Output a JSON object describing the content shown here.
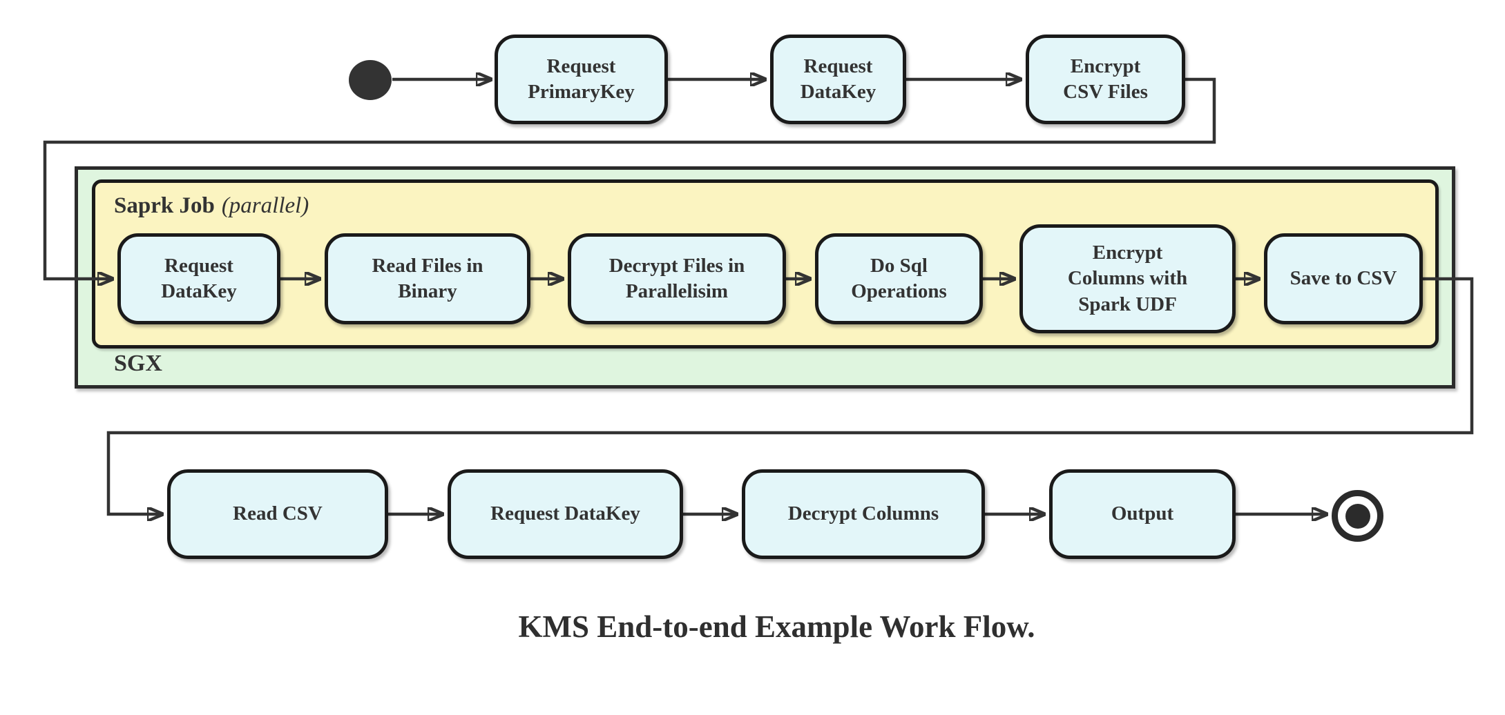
{
  "caption": "KMS End-to-end Example Work Flow.",
  "colors": {
    "node_fill": "#e3f6f9",
    "node_border": "#1a1a1a",
    "sgx_container_fill": "#dff5df",
    "spark_container_fill": "#fbf4c1",
    "connector": "#333333",
    "text": "#333333"
  },
  "top_row": {
    "nodes": [
      {
        "label": "Request\nPrimaryKey"
      },
      {
        "label": "Request\nDataKey"
      },
      {
        "label": "Encrypt\nCSV Files"
      }
    ]
  },
  "sgx_group": {
    "label": "SGX",
    "spark_group": {
      "title": "Saprk Job",
      "title_annotation": "(parallel)",
      "nodes": [
        {
          "label": "Request\nDataKey"
        },
        {
          "label": "Read Files in\nBinary"
        },
        {
          "label": "Decrypt Files in\nParallelisim"
        },
        {
          "label": "Do Sql\nOperations"
        },
        {
          "label": "Encrypt\nColumns with\nSpark UDF"
        },
        {
          "label": "Save to CSV"
        }
      ]
    }
  },
  "bottom_row": {
    "nodes": [
      {
        "label": "Read CSV"
      },
      {
        "label": "Request DataKey"
      },
      {
        "label": "Decrypt Columns"
      },
      {
        "label": "Output"
      }
    ]
  }
}
